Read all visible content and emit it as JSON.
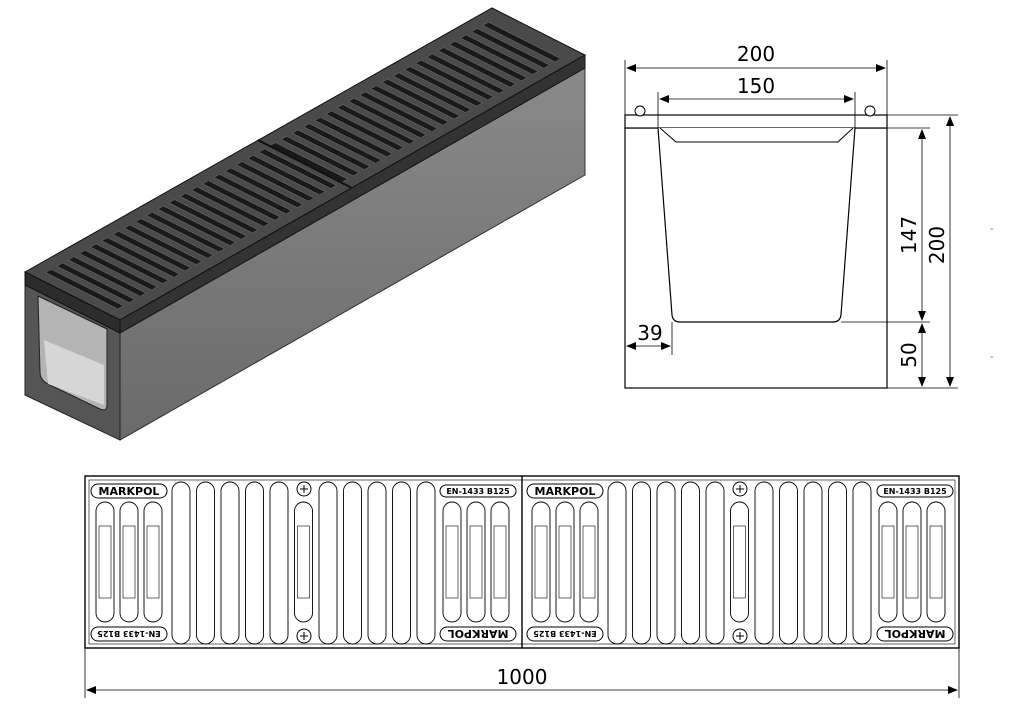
{
  "iso_view": {
    "caption": "",
    "colors": {
      "body": "#707070",
      "body_front": "#505050",
      "grate": "#3a3a3a",
      "inner": "#9a9a9a"
    }
  },
  "section_view": {
    "dimensions": {
      "overall_width": "200",
      "inner_width": "150",
      "inner_depth": "147",
      "overall_height": "200",
      "base_thickness": "50",
      "wall_offset": "39"
    }
  },
  "plan_view": {
    "grates": [
      {
        "brand": "MARKPOL",
        "norm": "EN-1433 B125"
      },
      {
        "brand": "MARKPOL",
        "norm": "EN-1433 B125"
      }
    ],
    "length": "1000"
  }
}
